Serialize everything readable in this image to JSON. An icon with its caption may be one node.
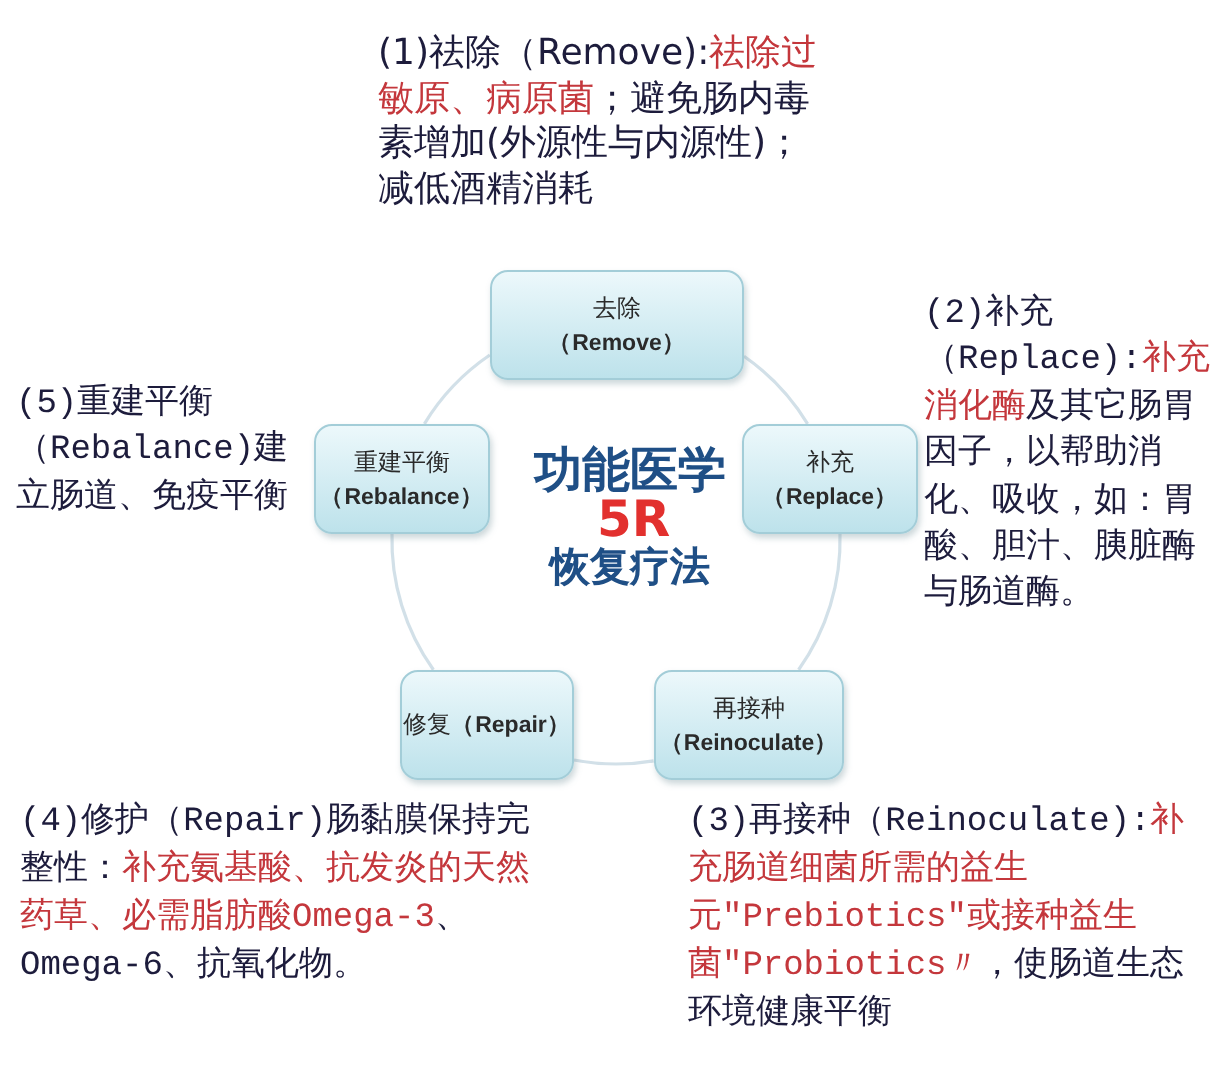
{
  "diagram": {
    "nodes": [
      {
        "text": [
          "去除",
          "（Remove）"
        ],
        "beside": [
          "(1)祛除（Remove):",
          "祛除过敏原、病原菌",
          "；避免肠内毒素增加(外源性与内源性)；减低酒精消耗"
        ]
      },
      {
        "text": [
          "补充",
          "（Replace）"
        ],
        "beside": [
          "(2)补充（Replace):",
          "补充消化酶",
          "及其它肠胃因子，以帮助消化、吸收，如：胃酸、胆汁、胰脏酶与肠道酶。"
        ]
      },
      {
        "text": [
          "再接种",
          "（Reinoculate）"
        ],
        "beside": [
          "(3)再接种（Reinoculate):",
          "补充肠道细菌所需的益生元\"Prebiotics\"或接种益生菌\"Probiotics〃",
          "，使肠道生态环境健康平衡"
        ]
      },
      {
        "text": [
          "修复**（Repair）**"
        ],
        "beside": [
          "(4)修护（Repair)肠黏膜保持完整性：",
          "补充氨基酸、抗发炎的天然药草、必需脂肪酸Omega-3",
          "、Omega-6、抗氧化物。"
        ]
      },
      {
        "text": [
          "重建平衡",
          "（Rebalance）"
        ],
        "beside": [
          "(5)重建平衡（Rebalance)建立肠道、免疫平衡"
        ]
      }
    ],
    "edges": [
      {
        "from": 0,
        "to": 1,
        "arrow": "none"
      },
      {
        "from": 1,
        "to": 2,
        "arrow": "none"
      },
      {
        "from": 2,
        "to": 3,
        "arrow": "none"
      },
      {
        "from": 3,
        "to": 4,
        "arrow": "none"
      },
      {
        "from": 4,
        "to": 0,
        "arrow": "none"
      }
    ],
    "labels": [
      "功能医学",
      "5R",
      "恢复疗法"
    ]
  }
}
